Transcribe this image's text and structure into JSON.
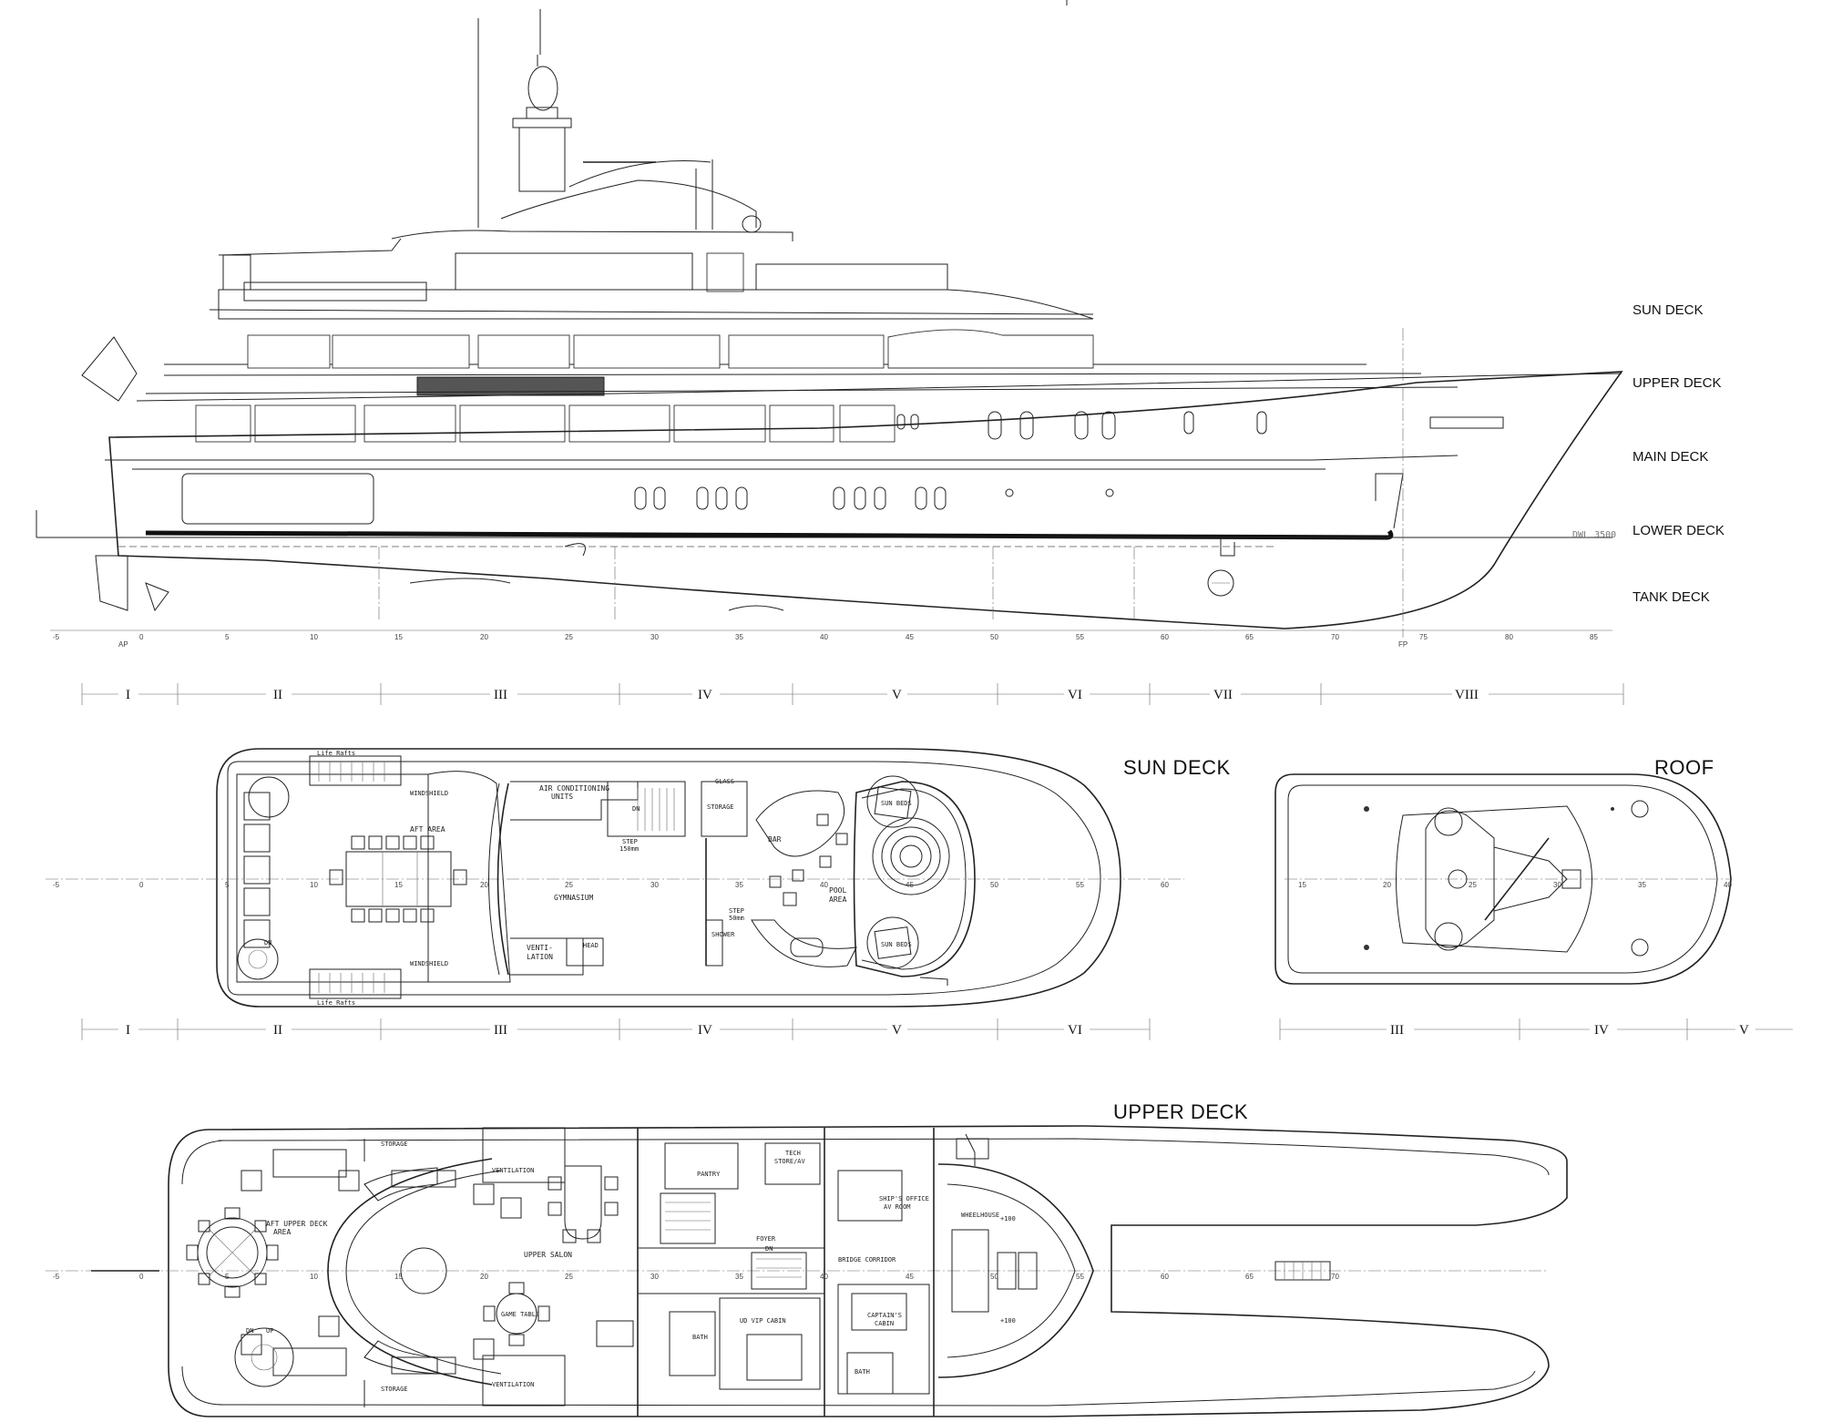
{
  "profile": {
    "deck_labels": [
      "SUN DECK",
      "UPPER DECK",
      "MAIN DECK",
      "LOWER DECK",
      "TANK DECK"
    ],
    "dwl_label": "DWL 3500",
    "ap_label": "AP",
    "fp_label": "FP",
    "frame_ticks": [
      "-5",
      "0",
      "5",
      "10",
      "15",
      "20",
      "25",
      "30",
      "35",
      "40",
      "45",
      "50",
      "55",
      "60",
      "65",
      "70",
      "75",
      "80",
      "85"
    ]
  },
  "zones_profile": [
    "I",
    "II",
    "III",
    "IV",
    "V",
    "VI",
    "VII",
    "VIII"
  ],
  "sun_deck": {
    "title": "SUN DECK",
    "rooms": {
      "life_rafts_top": "Life Rafts",
      "life_rafts_bottom": "Life Rafts",
      "air_conditioning": "AIR CONDITIONING",
      "air_conditioning_2": "UNITS",
      "aft_area": "AFT AREA",
      "gymnasium": "GYMNASIUM",
      "ventilation_1": "VENTI-",
      "ventilation_2": "LATION",
      "storage": "STORAGE",
      "bar": "BAR",
      "pool_area_1": "POOL",
      "pool_area_2": "AREA",
      "step_top_1": "STEP",
      "step_top_2": "150mm",
      "step_bot_1": "STEP",
      "step_bot_2": "50mm",
      "shower": "SHOWER",
      "sun_beds_top": "SUN BEDS",
      "sun_beds_bottom": "SUN BEDS",
      "dn": "DN",
      "dn2": "DN",
      "head": "HEAD",
      "glass": "GLASS",
      "windshield_top": "WINDSHIELD",
      "windshield_bot": "WINDSHIELD"
    },
    "frame_ticks": [
      "-5",
      "0",
      "5",
      "10",
      "15",
      "20",
      "25",
      "30",
      "35",
      "40",
      "45",
      "50",
      "55",
      "60"
    ]
  },
  "zones_sun": [
    "I",
    "II",
    "III",
    "IV",
    "V",
    "VI"
  ],
  "roof": {
    "title": "ROOF",
    "frame_ticks": [
      "15",
      "20",
      "25",
      "30",
      "35",
      "40"
    ]
  },
  "zones_roof": [
    "III",
    "IV",
    "V"
  ],
  "upper_deck": {
    "title": "UPPER DECK",
    "rooms": {
      "aft_upper_1": "AFT UPPER DECK",
      "aft_upper_2": "AREA",
      "storage_top": "STORAGE",
      "storage_bottom": "STORAGE",
      "ventilation_top": "VENTILATION",
      "ventilation_bottom": "VENTILATION",
      "upper_salon": "UPPER SALON",
      "game_table": "GAME TABLE",
      "pantry": "PANTRY",
      "tech_1": "TECH",
      "tech_2": "STORE/AV",
      "foyer": "FOYER",
      "bath_1": "BATH",
      "bath_2": "BATH",
      "ud_vip": "UD VIP CABIN",
      "bridge_corridor": "BRIDGE CORRIDOR",
      "ships_office_1": "SHIP'S OFFICE",
      "ships_office_2": "AV ROOM",
      "wheelhouse": "WHEELHOUSE",
      "captains_1": "CAPTAIN'S",
      "captains_2": "CABIN",
      "up": "UP",
      "dn": "DN",
      "dn2": "DN",
      "p100_top": "+100",
      "p100_bot": "+100"
    },
    "frame_ticks": [
      "-5",
      "0",
      "5",
      "10",
      "15",
      "20",
      "25",
      "30",
      "35",
      "40",
      "45",
      "50",
      "55",
      "60",
      "65",
      "70"
    ]
  },
  "colors": {
    "line": "#222222",
    "fill_dark": "#555555",
    "background": "#ffffff"
  }
}
